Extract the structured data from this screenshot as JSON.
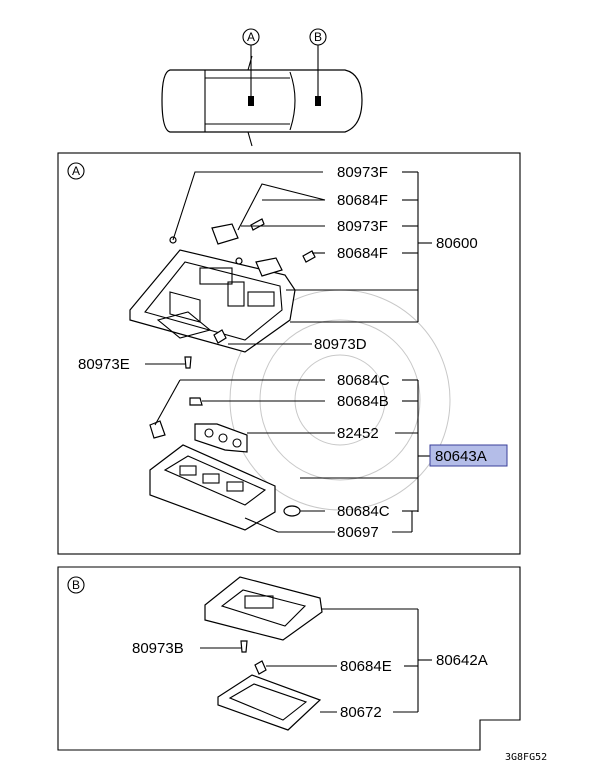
{
  "view_marks": {
    "a": "A",
    "b": "B"
  },
  "section_a": {
    "label": "A",
    "parts": {
      "p1": "80973F",
      "p2": "80684F",
      "p3": "80973F",
      "p4": "80684F",
      "assy_main": "80600",
      "p5": "80973D",
      "p6": "80973E",
      "p7": "80684C",
      "p8": "80684B",
      "p9": "82452",
      "assy_highlight": "80643A",
      "p10": "80684C",
      "p11": "80697"
    }
  },
  "section_b": {
    "label": "B",
    "parts": {
      "p1": "80973B",
      "p2": "80684E",
      "assy": "80642A",
      "p3": "80672"
    }
  },
  "diagram_code": "3G8FG52",
  "colors": {
    "highlight_fill": "#b4bde8",
    "highlight_stroke": "#3a3f9a"
  }
}
